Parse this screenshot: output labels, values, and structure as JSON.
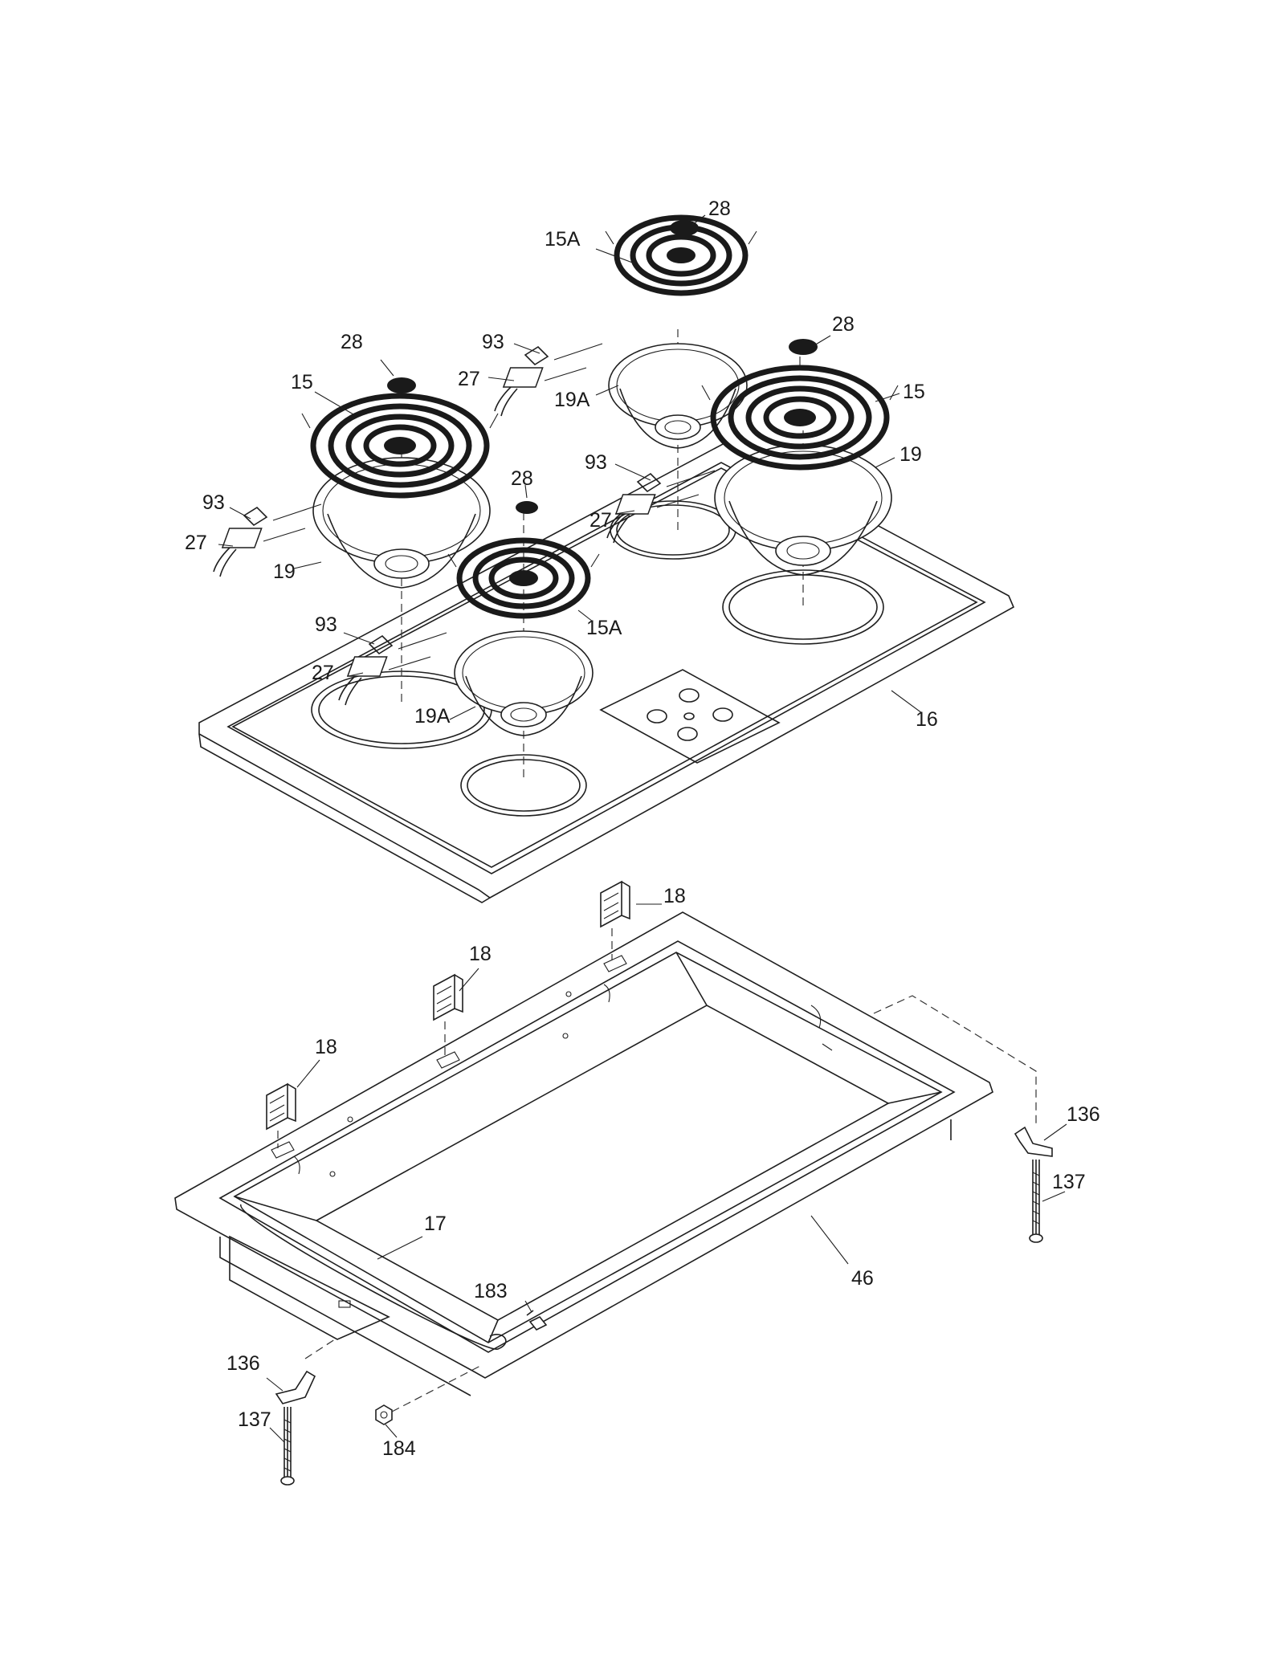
{
  "callouts": {
    "c28_top": "28",
    "c15a_top": "15A",
    "c28_right": "28",
    "c93_top": "93",
    "c27_top": "27",
    "c19a_top": "19A",
    "c28_left": "28",
    "c15_left": "15",
    "c15_right": "15",
    "c19_right": "19",
    "c93_mid": "93",
    "c27_mid": "27",
    "c28_center": "28",
    "c93_left": "93",
    "c27_left": "27",
    "c19_left": "19",
    "c15a_center": "15A",
    "c93_low": "93",
    "c27_low": "27",
    "c19a_low": "19A",
    "c16": "16",
    "c18_top": "18",
    "c18_mid": "18",
    "c18_left": "18",
    "c136_right": "136",
    "c137_right": "137",
    "c17": "17",
    "c46": "46",
    "c183": "183",
    "c136_left": "136",
    "c137_left": "137",
    "c184": "184"
  },
  "icons": {
    "surface_element": "coil-burner-icon",
    "drip_bowl": "drip-bowl-icon",
    "receptacle": "terminal-block-icon",
    "bracket": "hinge-bracket-icon"
  },
  "colors": {
    "line": "#1f1f1f",
    "background": "#ffffff"
  }
}
